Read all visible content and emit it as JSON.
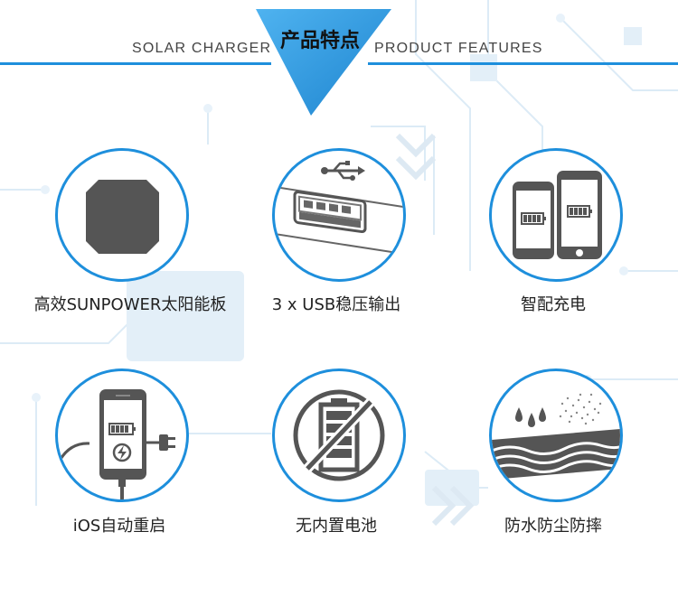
{
  "header": {
    "left_text": "SOLAR CHARGER",
    "title": "产品特点",
    "right_text": "PRODUCT FEATURES"
  },
  "colors": {
    "accent": "#1e8fdc",
    "icon_gray": "#555555"
  },
  "features": [
    {
      "label": "高效SUNPOWER太阳能板",
      "icon": "solar-panel-icon"
    },
    {
      "label": "3 x USB稳压输出",
      "icon": "usb-port-icon"
    },
    {
      "label": "智配充电",
      "icon": "smartphones-icon"
    },
    {
      "label": "iOS自动重启",
      "icon": "phone-charging-icon"
    },
    {
      "label": "无内置电池",
      "icon": "no-battery-icon"
    },
    {
      "label": "防水防尘防摔",
      "icon": "water-dust-resistant-icon"
    }
  ]
}
